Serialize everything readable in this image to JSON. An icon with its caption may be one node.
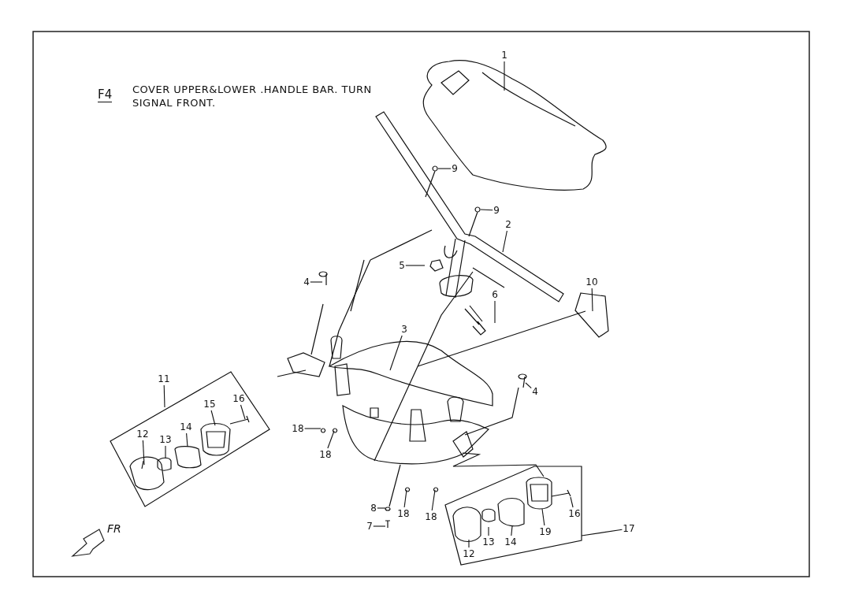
{
  "diagram": {
    "title": "COVER UPPER&LOWER .HANDLE BAR. TURN SIGNAL FRONT.",
    "nodes": [
      {
        "text": [
          "1"
        ]
      },
      {
        "text": [
          "9"
        ]
      },
      {
        "text": [
          "9"
        ]
      },
      {
        "text": [
          "2"
        ]
      },
      {
        "text": [
          "5"
        ]
      },
      {
        "text": [
          "4"
        ]
      },
      {
        "text": [
          "10"
        ]
      },
      {
        "text": [
          "6"
        ]
      },
      {
        "text": [
          "3"
        ]
      },
      {
        "text": [
          "4"
        ]
      },
      {
        "text": [
          "11"
        ]
      },
      {
        "text": [
          "16"
        ]
      },
      {
        "text": [
          "15"
        ]
      },
      {
        "text": [
          "14"
        ]
      },
      {
        "text": [
          "18"
        ]
      },
      {
        "text": [
          "12"
        ]
      },
      {
        "text": [
          "13"
        ]
      },
      {
        "text": [
          "18"
        ]
      },
      {
        "text": [
          "8"
        ]
      },
      {
        "text": [
          "18"
        ]
      },
      {
        "text": [
          "18"
        ]
      },
      {
        "text": [
          "7"
        ]
      },
      {
        "text": [
          "17"
        ]
      },
      {
        "text": [
          "16"
        ]
      },
      {
        "text": [
          "19"
        ]
      },
      {
        "text": [
          "12"
        ]
      },
      {
        "text": [
          "13"
        ]
      },
      {
        "text": [
          "14"
        ]
      }
    ],
    "edges": [
      {
        "from": 0,
        "to": null,
        "arrow": "none"
      },
      {
        "from": 1,
        "to": null,
        "arrow": "none"
      },
      {
        "from": 2,
        "to": null,
        "arrow": "none"
      },
      {
        "from": 3,
        "to": null,
        "arrow": "none"
      },
      {
        "from": 4,
        "to": null,
        "arrow": "none"
      },
      {
        "from": 5,
        "to": null,
        "arrow": "none"
      },
      {
        "from": 6,
        "to": null,
        "arrow": "none"
      },
      {
        "from": 7,
        "to": null,
        "arrow": "none"
      },
      {
        "from": 8,
        "to": null,
        "arrow": "none"
      },
      {
        "from": 9,
        "to": null,
        "arrow": "none"
      },
      {
        "from": 10,
        "to": null,
        "arrow": "none"
      },
      {
        "from": 11,
        "to": null,
        "arrow": "none"
      },
      {
        "from": 12,
        "to": null,
        "arrow": "none"
      },
      {
        "from": 13,
        "to": null,
        "arrow": "none"
      },
      {
        "from": 14,
        "to": null,
        "arrow": "none"
      },
      {
        "from": 15,
        "to": null,
        "arrow": "none"
      },
      {
        "from": 16,
        "to": null,
        "arrow": "none"
      },
      {
        "from": 17,
        "to": null,
        "arrow": "none"
      },
      {
        "from": 18,
        "to": null,
        "arrow": "none"
      },
      {
        "from": 19,
        "to": null,
        "arrow": "none"
      },
      {
        "from": 20,
        "to": null,
        "arrow": "none"
      },
      {
        "from": 21,
        "to": null,
        "arrow": "none"
      },
      {
        "from": 22,
        "to": null,
        "arrow": "none"
      },
      {
        "from": 23,
        "to": null,
        "arrow": "none"
      },
      {
        "from": 24,
        "to": null,
        "arrow": "none"
      },
      {
        "from": 25,
        "to": null,
        "arrow": "none"
      },
      {
        "from": 26,
        "to": null,
        "arrow": "none"
      },
      {
        "from": 27,
        "to": null,
        "arrow": "none"
      }
    ],
    "labels": [
      "F4",
      "FR"
    ]
  }
}
